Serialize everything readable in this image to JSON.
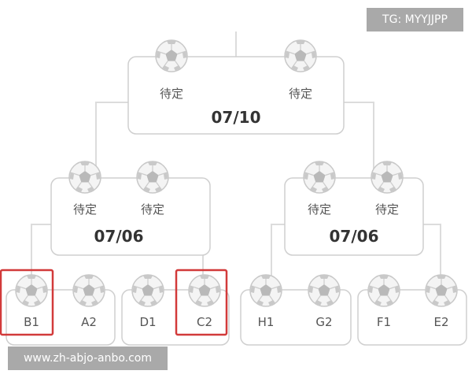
{
  "watermark": {
    "tg": "TG: MYYJJPP",
    "url": "www.zh-abjo-anbo.com"
  },
  "colors": {
    "line": "#dcdcdc",
    "box_border": "#cfcfcf",
    "text": "#333333",
    "label": "#555555",
    "highlight": "#d23a3a"
  },
  "icons": {
    "ball": "soccer-ball-icon"
  },
  "bracket": {
    "final": {
      "date": "07/10",
      "left": "待定",
      "right": "待定"
    },
    "semifinals": [
      {
        "date": "07/06",
        "left": "待定",
        "right": "待定"
      },
      {
        "date": "07/06",
        "left": "待定",
        "right": "待定"
      }
    ],
    "quarterfinals": [
      {
        "left": "B1",
        "right": "A2",
        "highlight": "left"
      },
      {
        "left": "D1",
        "right": "C2",
        "highlight": "right"
      },
      {
        "left": "H1",
        "right": "G2"
      },
      {
        "left": "F1",
        "right": "E2"
      }
    ]
  }
}
